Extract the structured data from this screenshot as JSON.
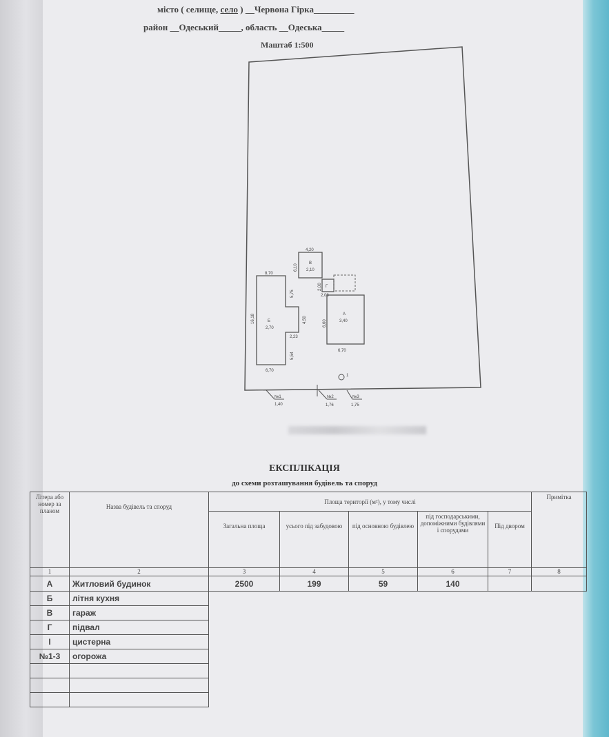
{
  "header": {
    "line1_prefix": "місто ( селище, ",
    "line1_underlined": "село",
    "line1_suffix": " ) __Червона Гірка_________",
    "line2": "район __Одеський_____, область __Одеська_____",
    "scale": "Маштаб 1:500"
  },
  "plan": {
    "buildings": [
      {
        "letter": "Б",
        "height": "2,70",
        "dims": [
          "8,70",
          "16,18",
          "5,75",
          "4,50",
          "2,23",
          "5,54",
          "6,70"
        ]
      },
      {
        "letter": "В",
        "height": "2,10",
        "dims": [
          "4,20",
          "6,10"
        ]
      },
      {
        "letter": "Г",
        "dims": [
          "2,00",
          "2,08"
        ]
      },
      {
        "letter": "А",
        "height": "3,40",
        "dims": [
          "6,60",
          "6,70"
        ]
      }
    ],
    "tank_label": "1",
    "fences": [
      {
        "label": "№1",
        "height": "1,40"
      },
      {
        "label": "№2",
        "height": "1,76"
      },
      {
        "label": "№3",
        "height": "1,75"
      }
    ]
  },
  "explication": {
    "title": "ЕКСПЛІКАЦІЯ",
    "subtitle": "до схеми розташування будівель та споруд",
    "headers": {
      "letter": "Літера або номер за планом",
      "name": "Назва будівель та споруд",
      "area_group": "Площа території (м²), у тому числі",
      "total": "Загальна площа",
      "built": "усього під забудовою",
      "main": "під основною будівлею",
      "aux": "під господарськими, допоміжними будівлями і спорудами",
      "yard": "Під двором",
      "note": "Примітка"
    },
    "col_numbers": [
      "1",
      "2",
      "3",
      "4",
      "5",
      "6",
      "7",
      "8"
    ],
    "rows": [
      {
        "letter": "А",
        "name": "Житловий будинок",
        "total": "2500",
        "built": "199",
        "main": "59",
        "aux": "140"
      },
      {
        "letter": "Б",
        "name": "літня кухня"
      },
      {
        "letter": "В",
        "name": "гараж"
      },
      {
        "letter": "Г",
        "name": "підвал"
      },
      {
        "letter": "І",
        "name": "цистерна"
      },
      {
        "letter": "№1-3",
        "name": "огорожа"
      }
    ]
  }
}
